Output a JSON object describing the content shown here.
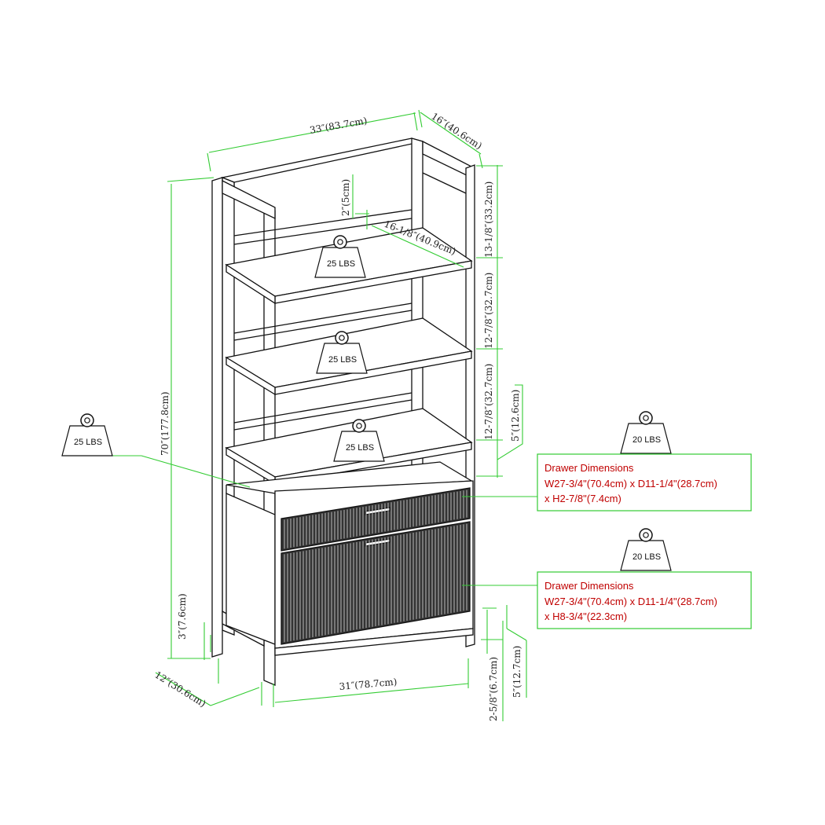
{
  "colors": {
    "dimension_line": "#33cc33",
    "furniture_line": "#111111",
    "drawer_text": "#cc0000",
    "background": "#ffffff"
  },
  "dimensions": {
    "width_top": "33″(83.7cm)",
    "depth_top": "16″(40.6cm)",
    "top_gap": "2″(5cm)",
    "shelf_depth": "16-1/8″(40.9cm)",
    "shelf1_height": "13-1/8″(33.2cm)",
    "shelf2_height": "12-7/8″(32.7cm)",
    "shelf3_height": "12-7/8″(32.7cm)",
    "open_gap": "5″(12.6cm)",
    "overall_height": "70″(177.8cm)",
    "bottom_clearance": "3″(7.6cm)",
    "depth_bottom": "12″(30.6cm)",
    "width_bottom": "31″(78.7cm)",
    "foot_height": "2-5/8″(6.7cm)",
    "foot_side": "5″(12.7cm)"
  },
  "weights": {
    "shelf1": "25 LBS",
    "shelf2": "25 LBS",
    "shelf3": "25 LBS",
    "side_shelf": "25 LBS",
    "drawer_top": "20 LBS",
    "drawer_bottom": "20 LBS"
  },
  "drawer_top_box": {
    "title": "Drawer Dimensions",
    "line1": "W27-3/4\"(70.4cm) x D11-1/4\"(28.7cm)",
    "line2": "x H2-7/8\"(7.4cm)"
  },
  "drawer_bottom_box": {
    "title": "Drawer Dimensions",
    "line1": "W27-3/4\"(70.4cm) x D11-1/4\"(28.7cm)",
    "line2": "x H8-3/4\"(22.3cm)"
  }
}
